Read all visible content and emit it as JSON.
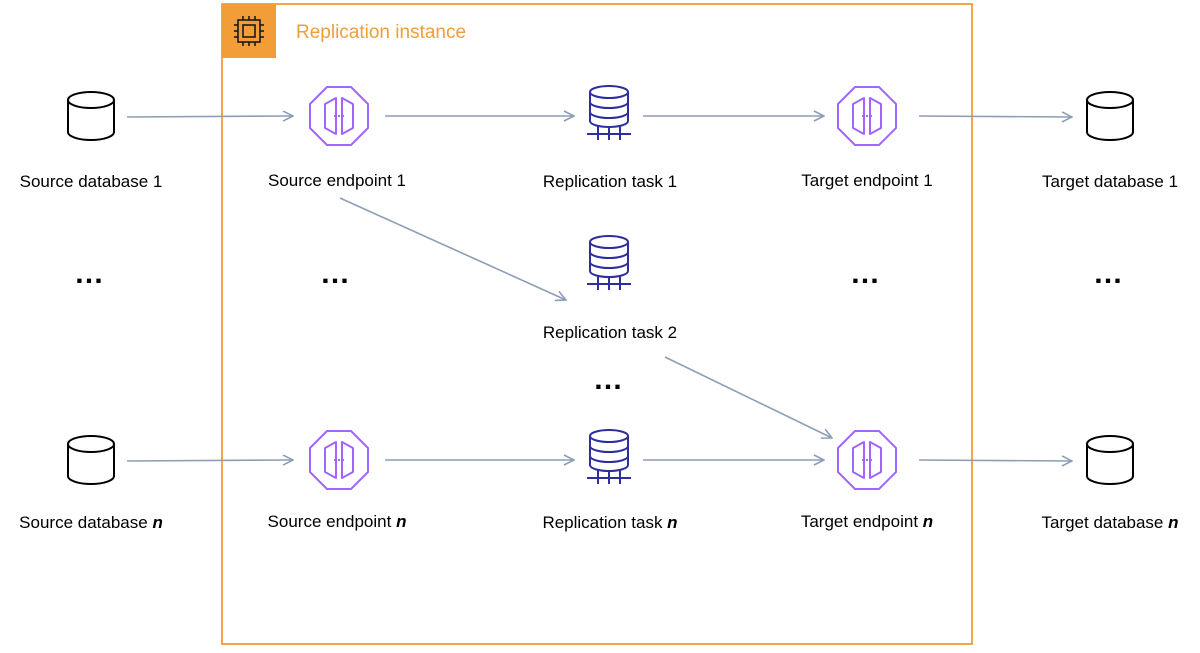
{
  "colors": {
    "instance_border": "#F29D38",
    "instance_badge": "#F29D38",
    "instance_title": "#F29D38",
    "endpoint_icon": "#A166FF",
    "task_icon": "#2E2E9E",
    "database_icon": "#000000",
    "arrow": "#8C9EB5"
  },
  "instance": {
    "title": "Replication instance",
    "icon": "chip-icon"
  },
  "rows": {
    "first": {
      "source_database": {
        "text": "Source database 1",
        "suffix": ""
      },
      "source_endpoint": {
        "text": "Source endpoint 1",
        "suffix": ""
      },
      "replication_task": {
        "text": "Replication task 1",
        "suffix": ""
      },
      "target_endpoint": {
        "text": "Target endpoint 1",
        "suffix": ""
      },
      "target_database": {
        "text": "Target database 1",
        "suffix": ""
      }
    },
    "middle": {
      "replication_task": {
        "text": "Replication task 2",
        "suffix": ""
      }
    },
    "last": {
      "source_database": {
        "text": "Source database ",
        "suffix": "n"
      },
      "source_endpoint": {
        "text": "Source endpoint ",
        "suffix": "n"
      },
      "replication_task": {
        "text": "Replication task ",
        "suffix": "n"
      },
      "target_endpoint": {
        "text": "Target endpoint ",
        "suffix": "n"
      },
      "target_database": {
        "text": "Target database ",
        "suffix": "n"
      }
    }
  },
  "ellipsis": "…",
  "icons": {
    "database": "database-cylinder-icon",
    "endpoint": "endpoint-octagon-icon",
    "task": "replication-task-stack-icon"
  }
}
